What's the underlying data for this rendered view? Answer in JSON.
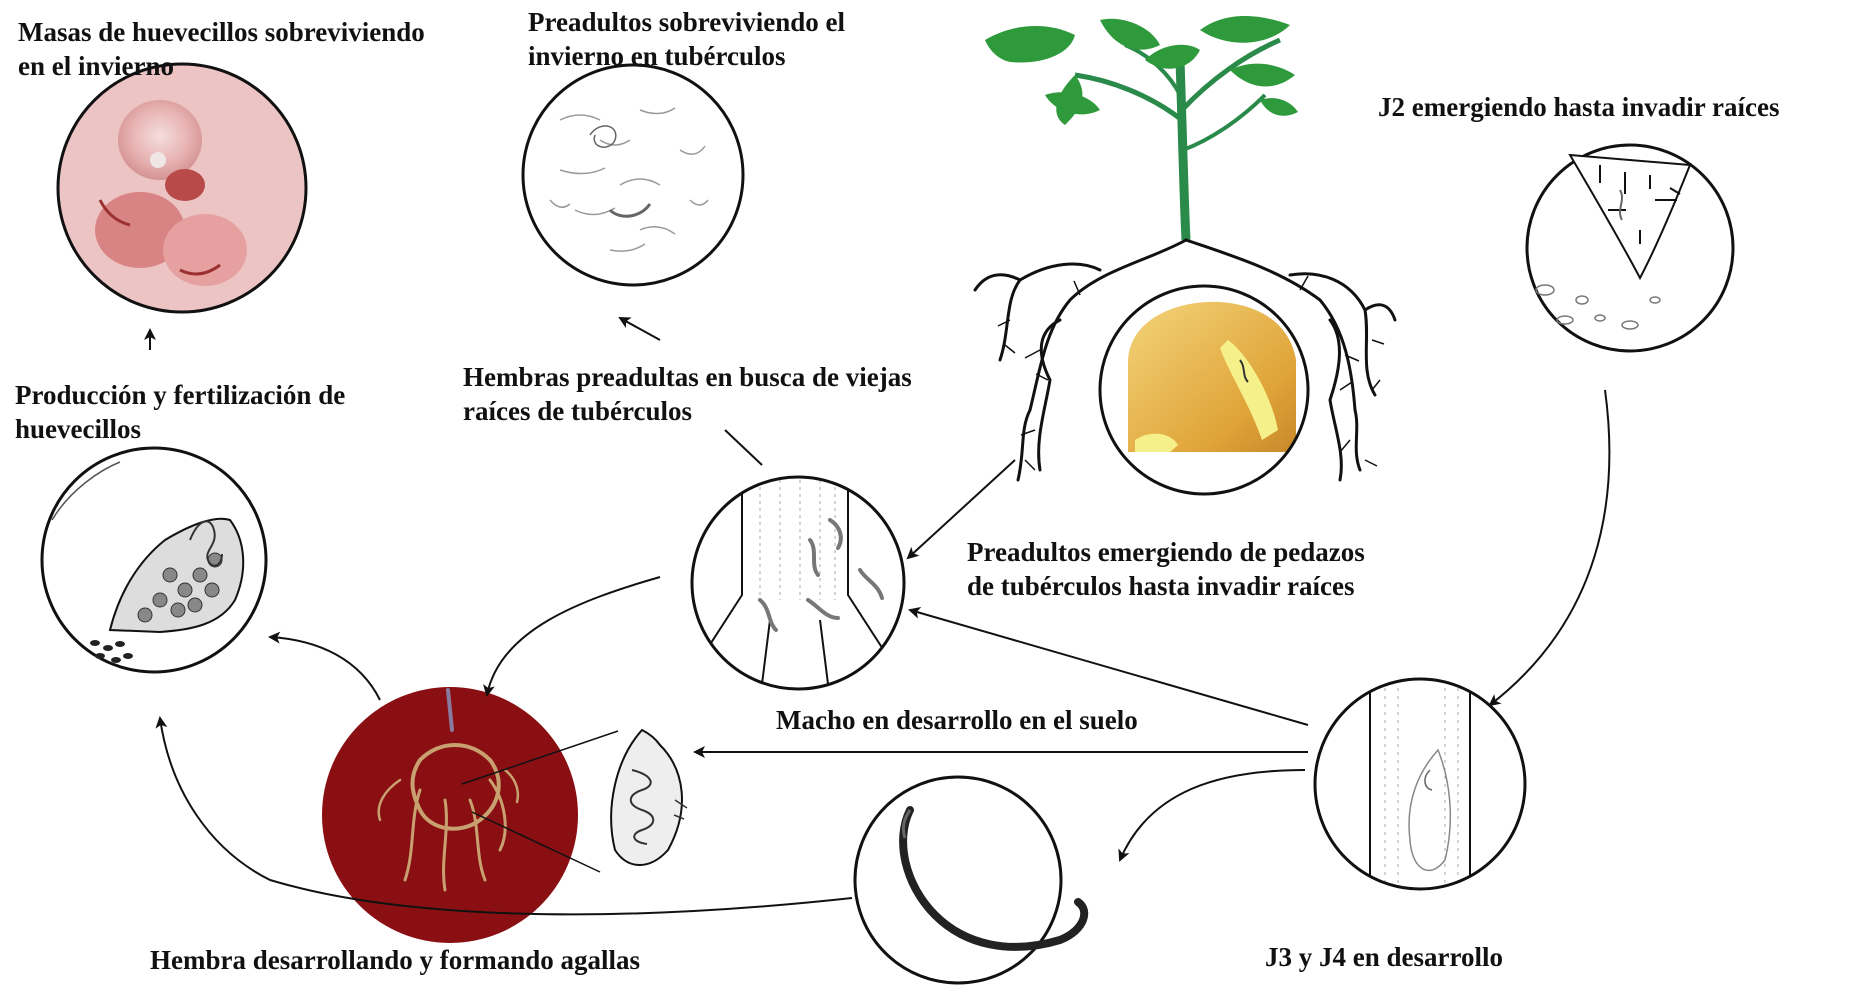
{
  "labels": {
    "egg_masses": {
      "line1": "Masas de huevecillos sobreviviendo",
      "line2": "en el invierno"
    },
    "preadults_winter": {
      "line1": "Preadultos sobreviviendo el",
      "line2": "invierno en tubérculos"
    },
    "j2_emerging": {
      "line1": "J2 emergiendo hasta invadir raíces"
    },
    "egg_production": {
      "line1": "Producción y fertilización de",
      "line2": "huevecillos"
    },
    "preadult_females": {
      "line1": "Hembras preadultas en busca de viejas",
      "line2": "raíces de tubérculos"
    },
    "preadults_emerging": {
      "line1": "Preadultos emergiendo de pedazos",
      "line2": "de tubérculos hasta invadir raíces"
    },
    "male_developing": {
      "line1": "Macho en desarrollo en el suelo"
    },
    "female_galls": {
      "line1": "Hembra desarrollando y formando agallas"
    },
    "j3_j4": {
      "line1": "J3 y J4 en desarrollo"
    }
  },
  "colors": {
    "leaf": "#2f9a3c",
    "stem": "#2a8a4a",
    "tuber": "#e8b84a",
    "gall_background": "#8a0f12",
    "egg_mass": "#d88a8a",
    "ink": "#111111"
  },
  "icons": [
    "potato-plant-icon",
    "tuber-icon",
    "egg-mass-icon",
    "root-tip-icon",
    "female-cyst-icon",
    "nematode-icon",
    "root-section-icon"
  ]
}
